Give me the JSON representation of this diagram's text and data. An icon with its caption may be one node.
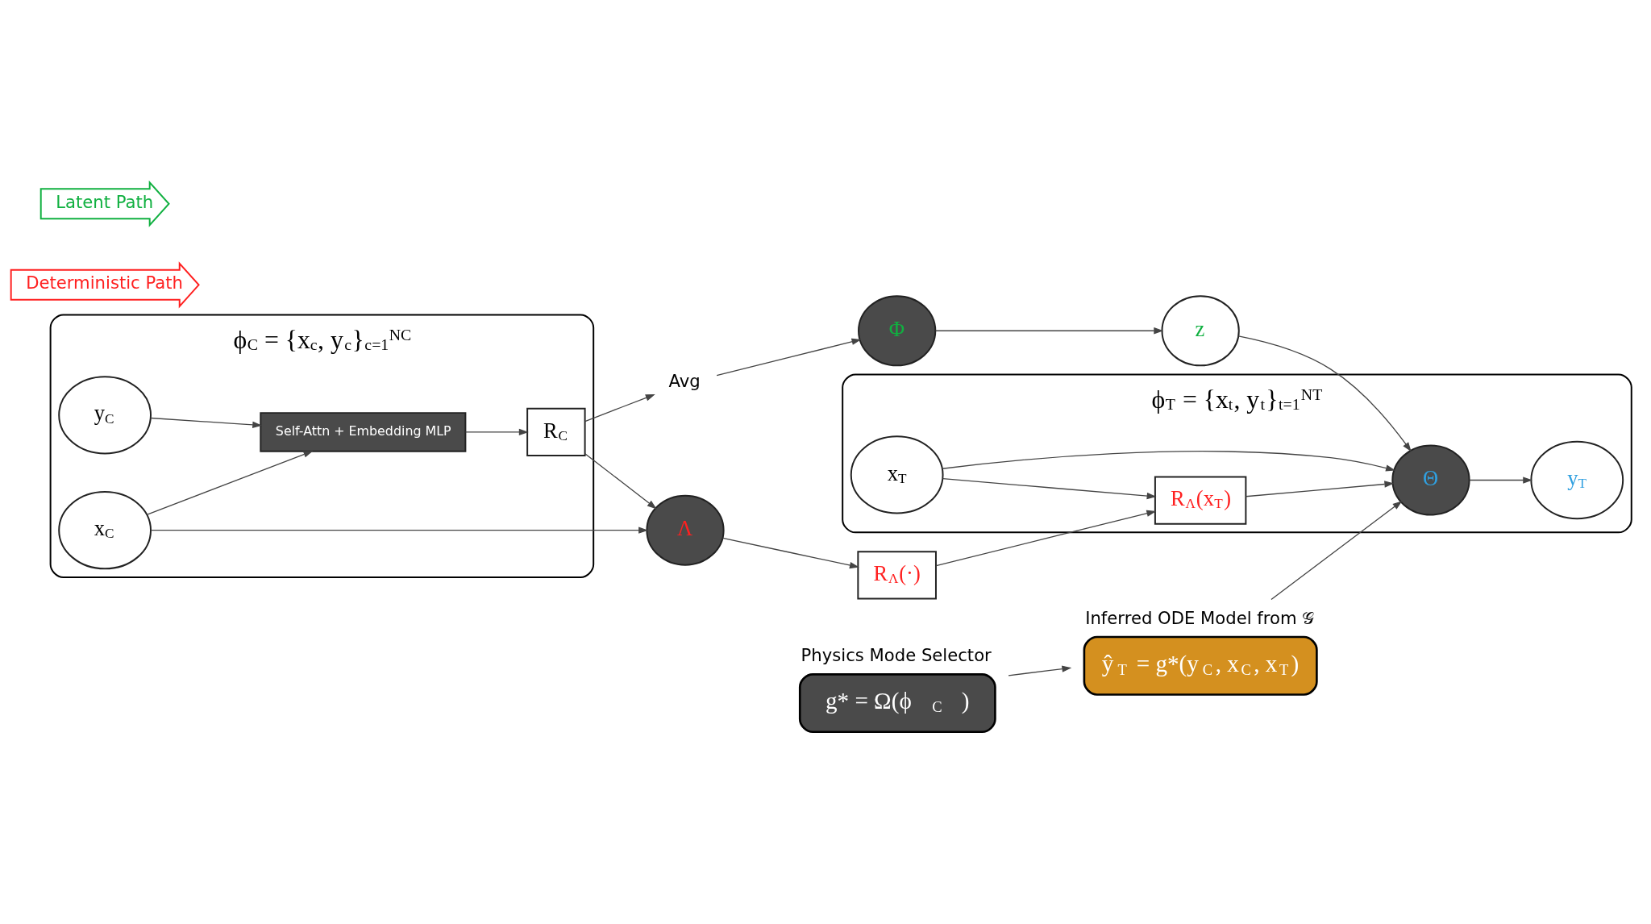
{
  "diagram": {
    "nodes": [
      {
        "text": [
          "ϕ$_{C}$ = {x$_{c}$, y$_{c}$}$_{c=1}$$^{NC}$"
        ]
      },
      {
        "text": [
          "x$_{C}$"
        ],
        "in": 0
      },
      {
        "text": [
          "Self-Attn + Embedding MLP"
        ],
        "in": 0
      },
      {
        "text": [
          "R$_{C}$"
        ],
        "in": 0
      },
      {
        "text": [
          "y$_{C}$"
        ],
        "in": 0
      },
      {
        "text": [
          "Λ"
        ]
      },
      {
        "text": [
          "R$_{Λ}$(·)"
        ]
      },
      {
        "text": [
          "Physics Mode Selector",
          "g* = Ω(ϕ$_{C}$)"
        ]
      },
      {
        "text": [
          "Inferred ODE Model from 𝒢",
          "ŷ$_{T}$ = g*(y$_{C}$, x$_{C}$, x$_{T}$)"
        ]
      },
      {
        "text": [
          "Avg"
        ]
      },
      {
        "text": [
          "Φ"
        ]
      },
      {
        "text": [
          "z"
        ]
      },
      {
        "text": [
          "ϕ$_{T}$ = {x$_{t}$, y$_{t}$}$_{t=1}$$^{NT}$"
        ]
      },
      {
        "text": [
          "x$_{T}$"
        ],
        "in": 12
      },
      {
        "text": [
          "R$_{Λ}$(x$_{T}$)"
        ],
        "in": 12
      },
      {
        "text": [
          "Θ"
        ],
        "in": 12
      },
      {
        "text": [
          "y$_{T}$"
        ],
        "in": 12
      },
      {
        "text": [
          "Deterministic Path"
        ]
      },
      {
        "text": [
          "Latent Path"
        ]
      }
    ],
    "edges": [
      {
        "from": 1,
        "to": 5,
        "arrow": "to"
      },
      {
        "from": 1,
        "to": 2,
        "arrow": "to"
      },
      {
        "from": 4,
        "to": 2,
        "arrow": "to"
      },
      {
        "from": 2,
        "to": 3,
        "arrow": "to"
      },
      {
        "from": 3,
        "to": 5,
        "arrow": "to"
      },
      {
        "from": 3,
        "to": 9,
        "arrow": "to"
      },
      {
        "from": 5,
        "to": 6,
        "arrow": "to"
      },
      {
        "from": 6,
        "to": 14,
        "arrow": "to"
      },
      {
        "from": 9,
        "to": 10,
        "arrow": "to"
      },
      {
        "from": 10,
        "to": 11,
        "arrow": "to"
      },
      {
        "from": 11,
        "to": 15,
        "arrow": "to"
      },
      {
        "from": 13,
        "to": 14,
        "arrow": "to"
      },
      {
        "from": 13,
        "to": 15,
        "arrow": "to"
      },
      {
        "from": 14,
        "to": 15,
        "arrow": "to"
      },
      {
        "from": 7,
        "to": 8,
        "arrow": "to"
      },
      {
        "from": 8,
        "to": 15,
        "arrow": "to"
      },
      {
        "from": 15,
        "to": 16,
        "arrow": "to"
      }
    ]
  }
}
